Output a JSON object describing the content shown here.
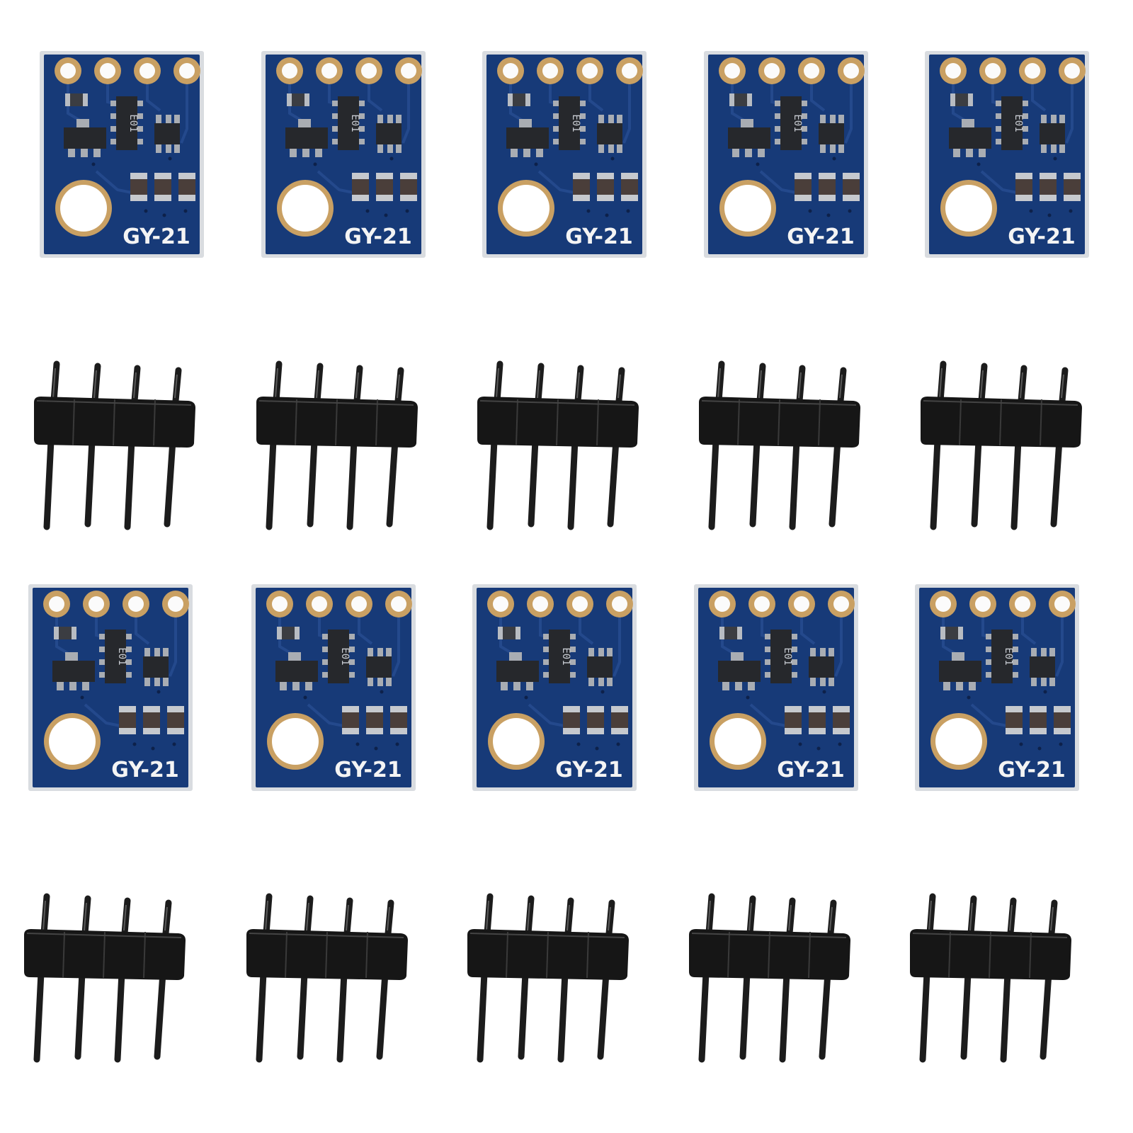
{
  "board_label": "GY-21",
  "chip_marking": "E01",
  "grid": {
    "columns": 5,
    "board_rows": 2,
    "pins_per_header": 4
  },
  "colors": {
    "background": "#ffffff",
    "pcb": "#173a78",
    "pcb_edge": "#d9dce0",
    "gold": "#c9a063",
    "silk": "#f4f4f4",
    "chip": "#26282c",
    "header_plastic": "#161616",
    "pin": "#1c1c1c"
  }
}
